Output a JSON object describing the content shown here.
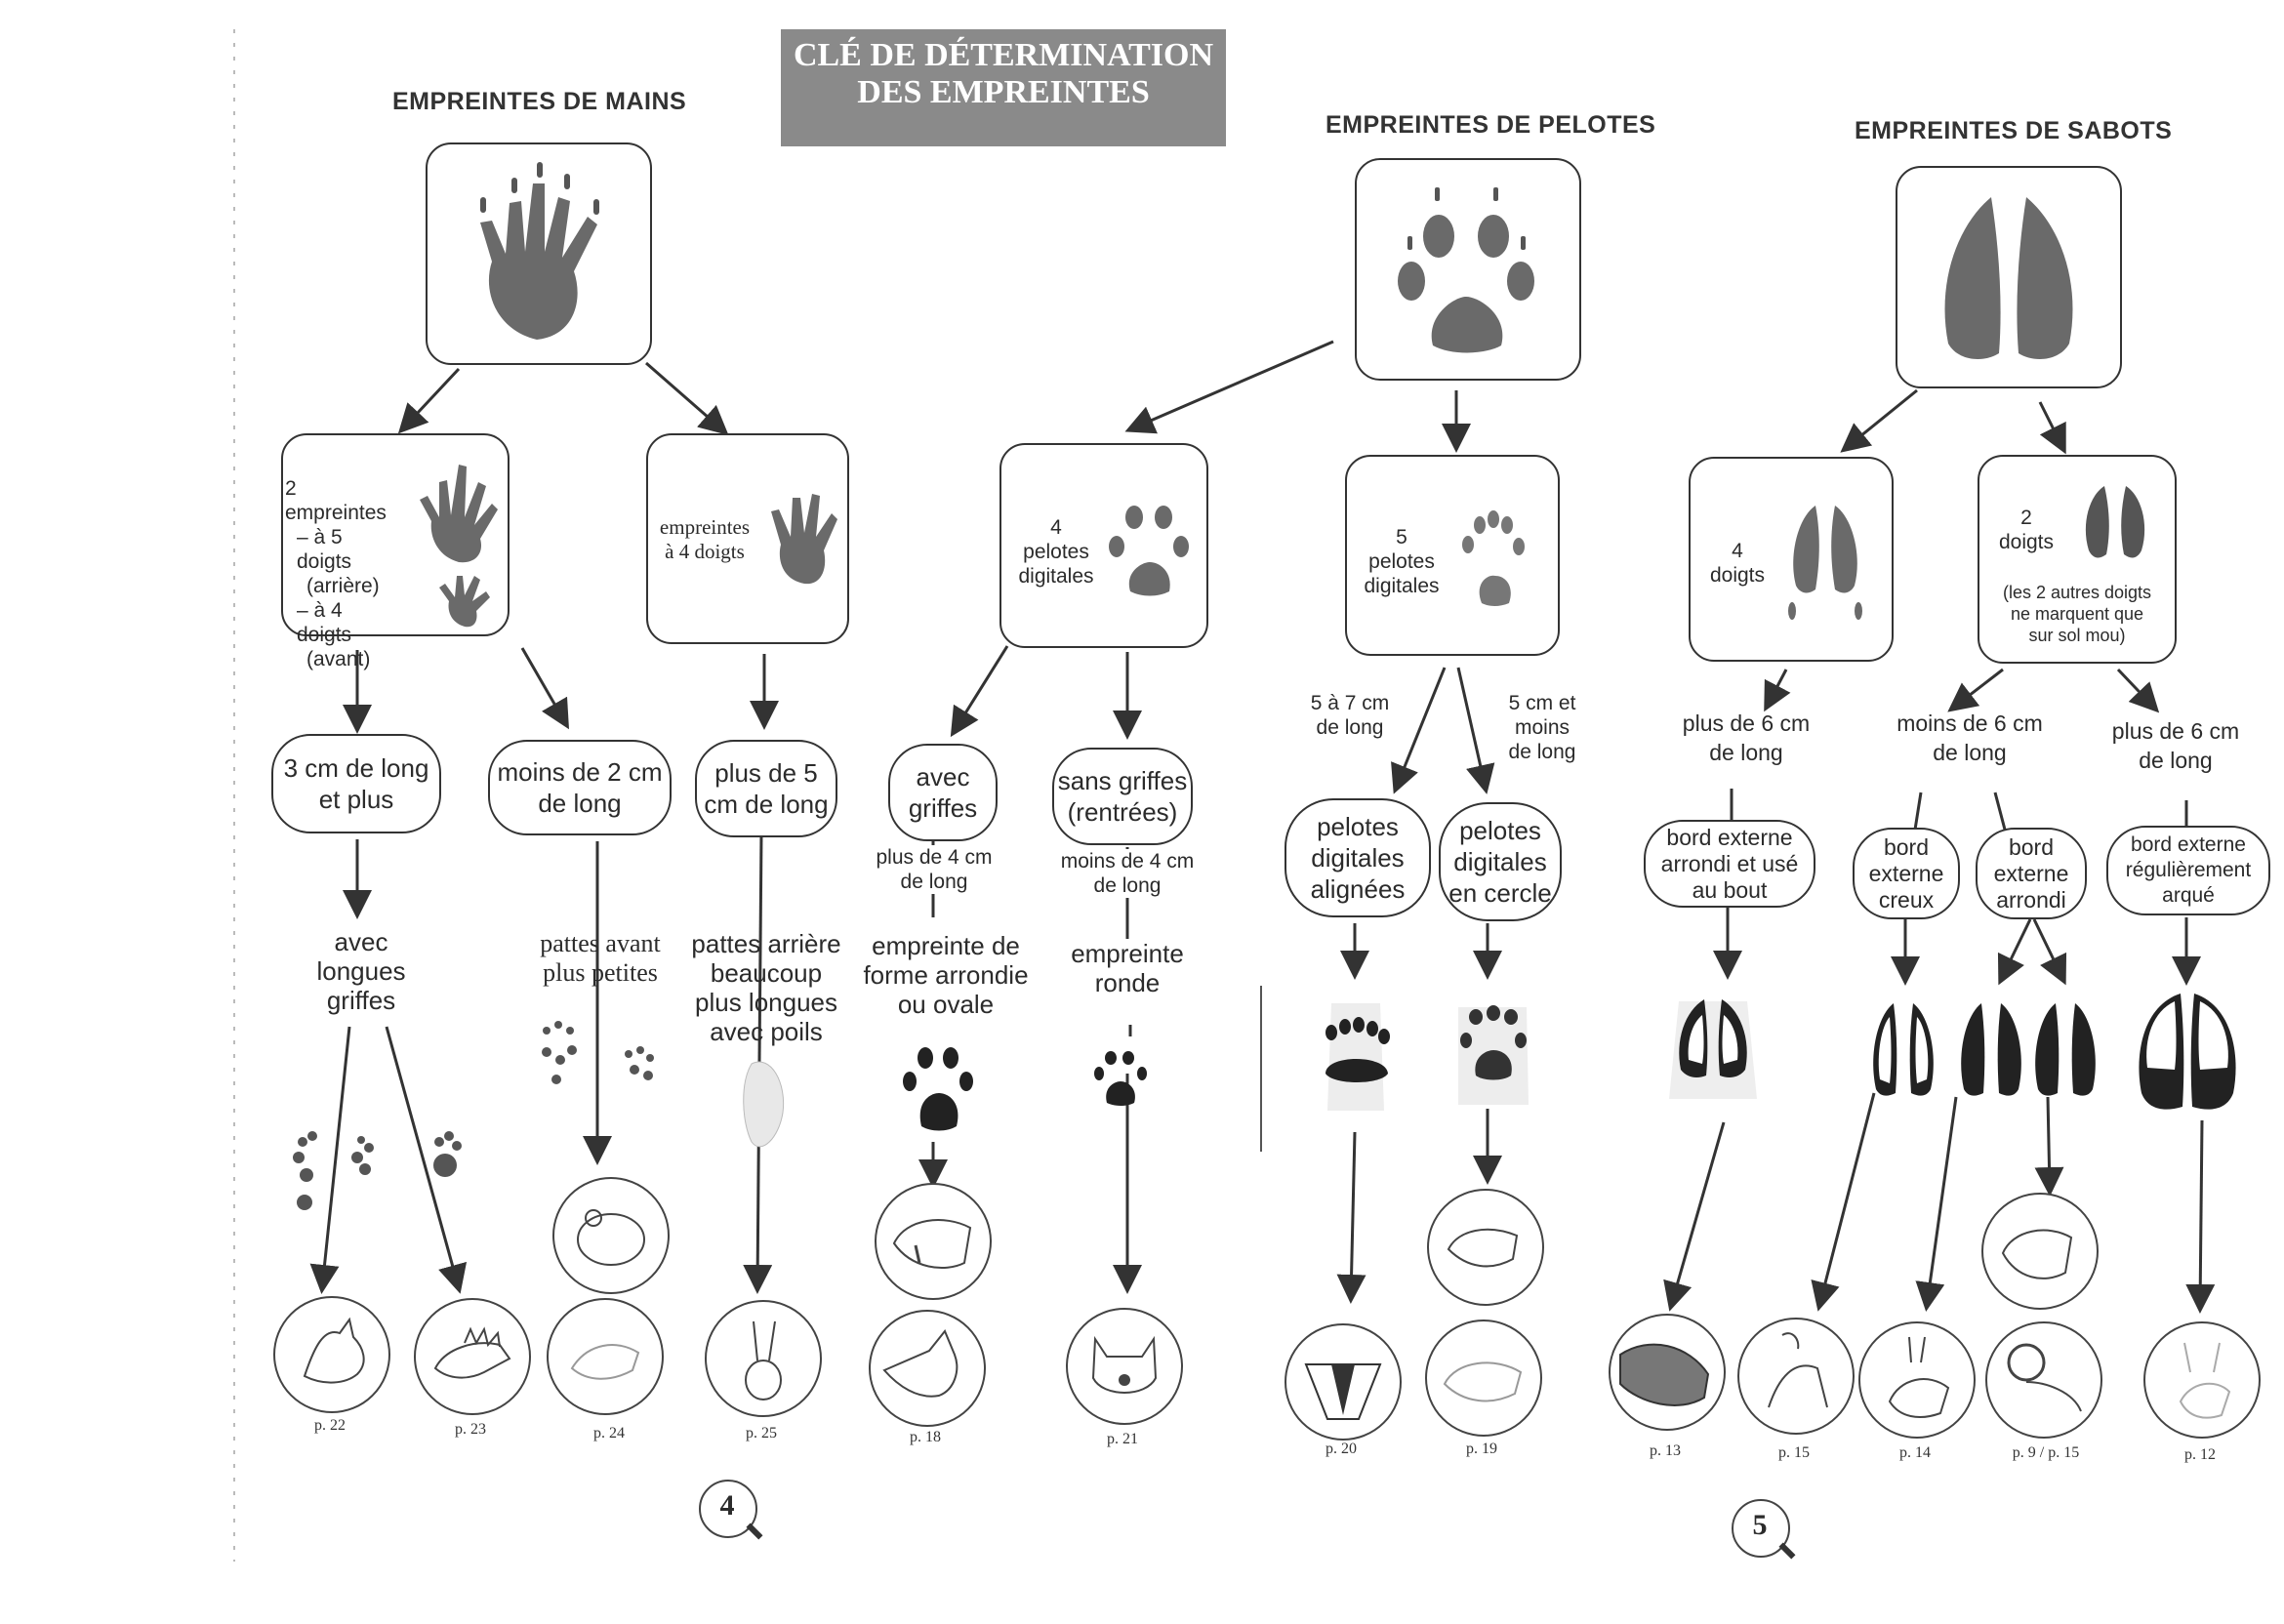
{
  "title": {
    "line1": "CLÉ DE DÉTERMINATION",
    "line2": "DES EMPREINTES"
  },
  "sections": {
    "mains": "EMPREINTES DE MAINS",
    "pelotes": "EMPREINTES DE PELOTES",
    "sabots": "EMPREINTES DE SABOTS"
  },
  "mains": {
    "box_left": {
      "l1": "2 empreintes",
      "l2": "– à 5 doigts",
      "l3": "(arrière)",
      "l4": "– à 4 doigts",
      "l5": "(avant)"
    },
    "box_right": {
      "l1": "empreintes",
      "l2": "à 4 doigts"
    },
    "pill1": {
      "l1": "3 cm de long",
      "l2": "et plus"
    },
    "pill2": {
      "l1": "moins de 2 cm",
      "l2": "de long"
    },
    "pill3": {
      "l1": "plus de 5",
      "l2": "cm de long"
    },
    "desc1": {
      "l1": "avec",
      "l2": "longues",
      "l3": "griffes"
    },
    "desc2": {
      "l1": "pattes avant",
      "l2": "plus petites"
    },
    "desc3": {
      "l1": "pattes arrière",
      "l2": "beaucoup",
      "l3": "plus longues",
      "l4": "avec poils"
    }
  },
  "pelotes": {
    "box4": {
      "l1": "4",
      "l2": "pelotes",
      "l3": "digitales"
    },
    "box5": {
      "l1": "5",
      "l2": "pelotes",
      "l3": "digitales"
    },
    "pill_griffes": {
      "l1": "avec",
      "l2": "griffes"
    },
    "pill_sans": {
      "l1": "sans griffes",
      "l2": "(rentrées)"
    },
    "len_plus4": {
      "l1": "plus de 4 cm",
      "l2": "de long"
    },
    "len_moins4": {
      "l1": "moins de 4 cm",
      "l2": "de long"
    },
    "desc_ovale": {
      "l1": "empreinte de",
      "l2": "forme arrondie",
      "l3": "ou ovale"
    },
    "desc_ronde": {
      "l1": "empreinte",
      "l2": "ronde"
    },
    "len_5a7": {
      "l1": "5 à 7 cm",
      "l2": "de long"
    },
    "len_5": {
      "l1": "5 cm et",
      "l2": "moins",
      "l3": "de long"
    },
    "pill_alignees": {
      "l1": "pelotes",
      "l2": "digitales",
      "l3": "alignées"
    },
    "pill_cercle": {
      "l1": "pelotes",
      "l2": "digitales",
      "l3": "en cercle"
    }
  },
  "sabots": {
    "box4": {
      "l1": "4",
      "l2": "doigts"
    },
    "box2": {
      "l1": "2",
      "l2": "doigts",
      "l3": "(les 2 autres doigts",
      "l4": "ne marquent que",
      "l5": "sur sol mou)"
    },
    "len_plus6a": {
      "l1": "plus de 6 cm",
      "l2": "de long"
    },
    "len_moins6": {
      "l1": "moins de 6 cm",
      "l2": "de long"
    },
    "len_plus6b": {
      "l1": "plus de 6 cm",
      "l2": "de long"
    },
    "pill_use": {
      "l1": "bord externe",
      "l2": "arrondi et usé",
      "l3": "au bout"
    },
    "pill_creux": {
      "l1": "bord",
      "l2": "externe",
      "l3": "creux"
    },
    "pill_arrondi": {
      "l1": "bord",
      "l2": "externe",
      "l3": "arrondi"
    },
    "pill_arque": {
      "l1": "bord externe",
      "l2": "régulièrement",
      "l3": "arqué"
    }
  },
  "pages": [
    "p. 22",
    "p. 23",
    "p. 24",
    "p. 25",
    "p. 18",
    "p. 21",
    "p. 20",
    "p. 19",
    "p. 13",
    "p. 15",
    "p. 14",
    "p. 9 / p. 15",
    "p. 12"
  ],
  "page_numbers": {
    "left": "4",
    "right": "5"
  },
  "icons": [
    "hand-print-icon",
    "paw-print-icon",
    "hoof-print-icon",
    "animal-portrait-icon",
    "magnifier-icon"
  ]
}
